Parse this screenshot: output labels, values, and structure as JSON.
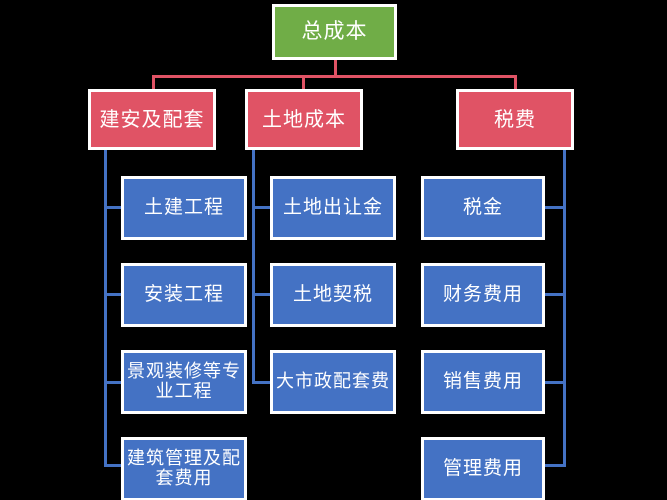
{
  "diagram": {
    "title": "总成本",
    "type": "org-chart",
    "colors": {
      "background": "#000000",
      "root_fill": "#70AD47",
      "level1_fill": "#E05365",
      "level2_fill": "#4472C4",
      "node_border": "#ffffff",
      "text": "#ffffff",
      "connector_red": "#E05365",
      "connector_blue": "#4472C4"
    },
    "root": {
      "label": "总成本"
    },
    "branches": [
      {
        "label": "建安及配套",
        "children": [
          {
            "label": "土建工程"
          },
          {
            "label": "安装工程"
          },
          {
            "label": "景观装修等专业工程"
          },
          {
            "label": "建筑管理及配套费用"
          }
        ]
      },
      {
        "label": "土地成本",
        "children": [
          {
            "label": "土地出让金"
          },
          {
            "label": "土地契税"
          },
          {
            "label": "大市政配套费"
          }
        ]
      },
      {
        "label": "税费",
        "children": [
          {
            "label": "税金"
          },
          {
            "label": "财务费用"
          },
          {
            "label": "销售费用"
          },
          {
            "label": "管理费用"
          }
        ]
      }
    ]
  }
}
